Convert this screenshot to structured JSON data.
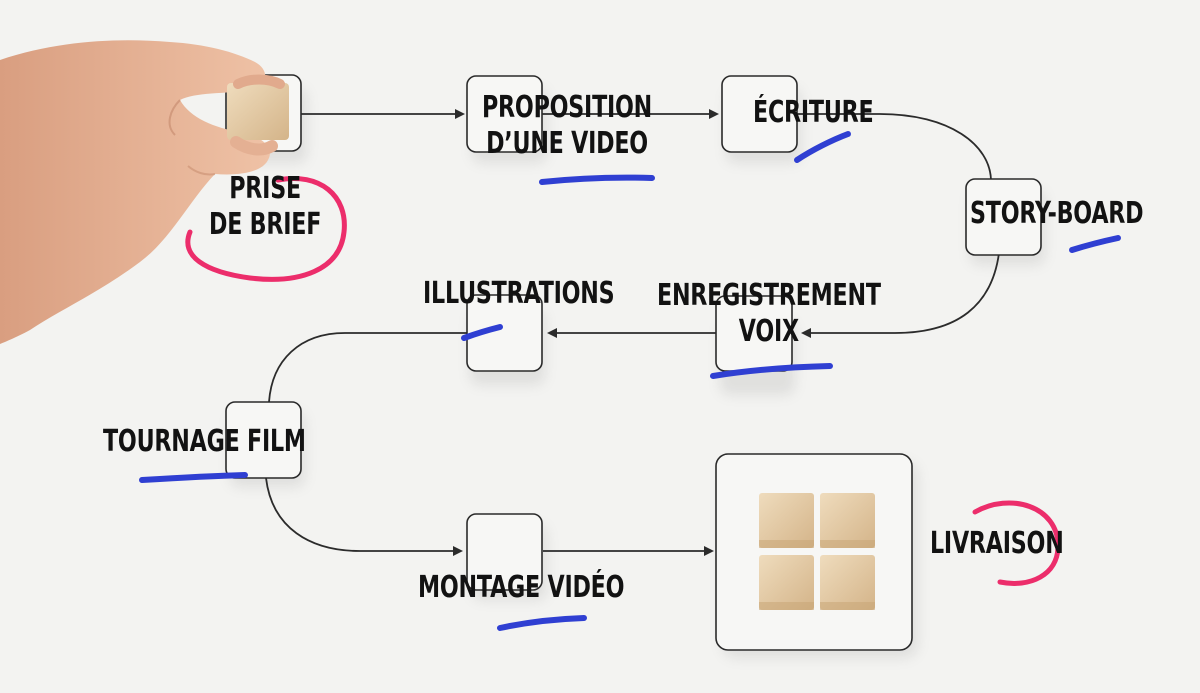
{
  "steps": [
    {
      "id": "prise",
      "lines": [
        "PRISE",
        "DE BRIEF"
      ]
    },
    {
      "id": "proposition",
      "lines": [
        "PROPOSITION",
        "D’UNE VIDEO"
      ]
    },
    {
      "id": "ecriture",
      "lines": [
        "ÉCRITURE"
      ]
    },
    {
      "id": "storyboard",
      "lines": [
        "STORY-BOARD"
      ]
    },
    {
      "id": "enregistrement",
      "lines": [
        "ENREGISTREMENT",
        "VOIX"
      ]
    },
    {
      "id": "illustrations",
      "lines": [
        "ILLUSTRATIONS"
      ]
    },
    {
      "id": "tournage",
      "lines": [
        "TOURNAGE FILM"
      ]
    },
    {
      "id": "montage",
      "lines": [
        "MONTAGE VIDÉO"
      ]
    },
    {
      "id": "livraison",
      "lines": [
        "LIVRAISON"
      ]
    }
  ],
  "colors": {
    "background": "#f3f3f1",
    "line": "#2b2b2b",
    "box_border": "#2a2a2a",
    "box_fill": "#f7f7f5",
    "wood_light": "#e9d3b1",
    "wood_dark": "#cfae82",
    "marker_blue": "#2f3fd2",
    "marker_pink": "#ec2d6b",
    "text": "#121212",
    "skin": "#e7b497"
  }
}
